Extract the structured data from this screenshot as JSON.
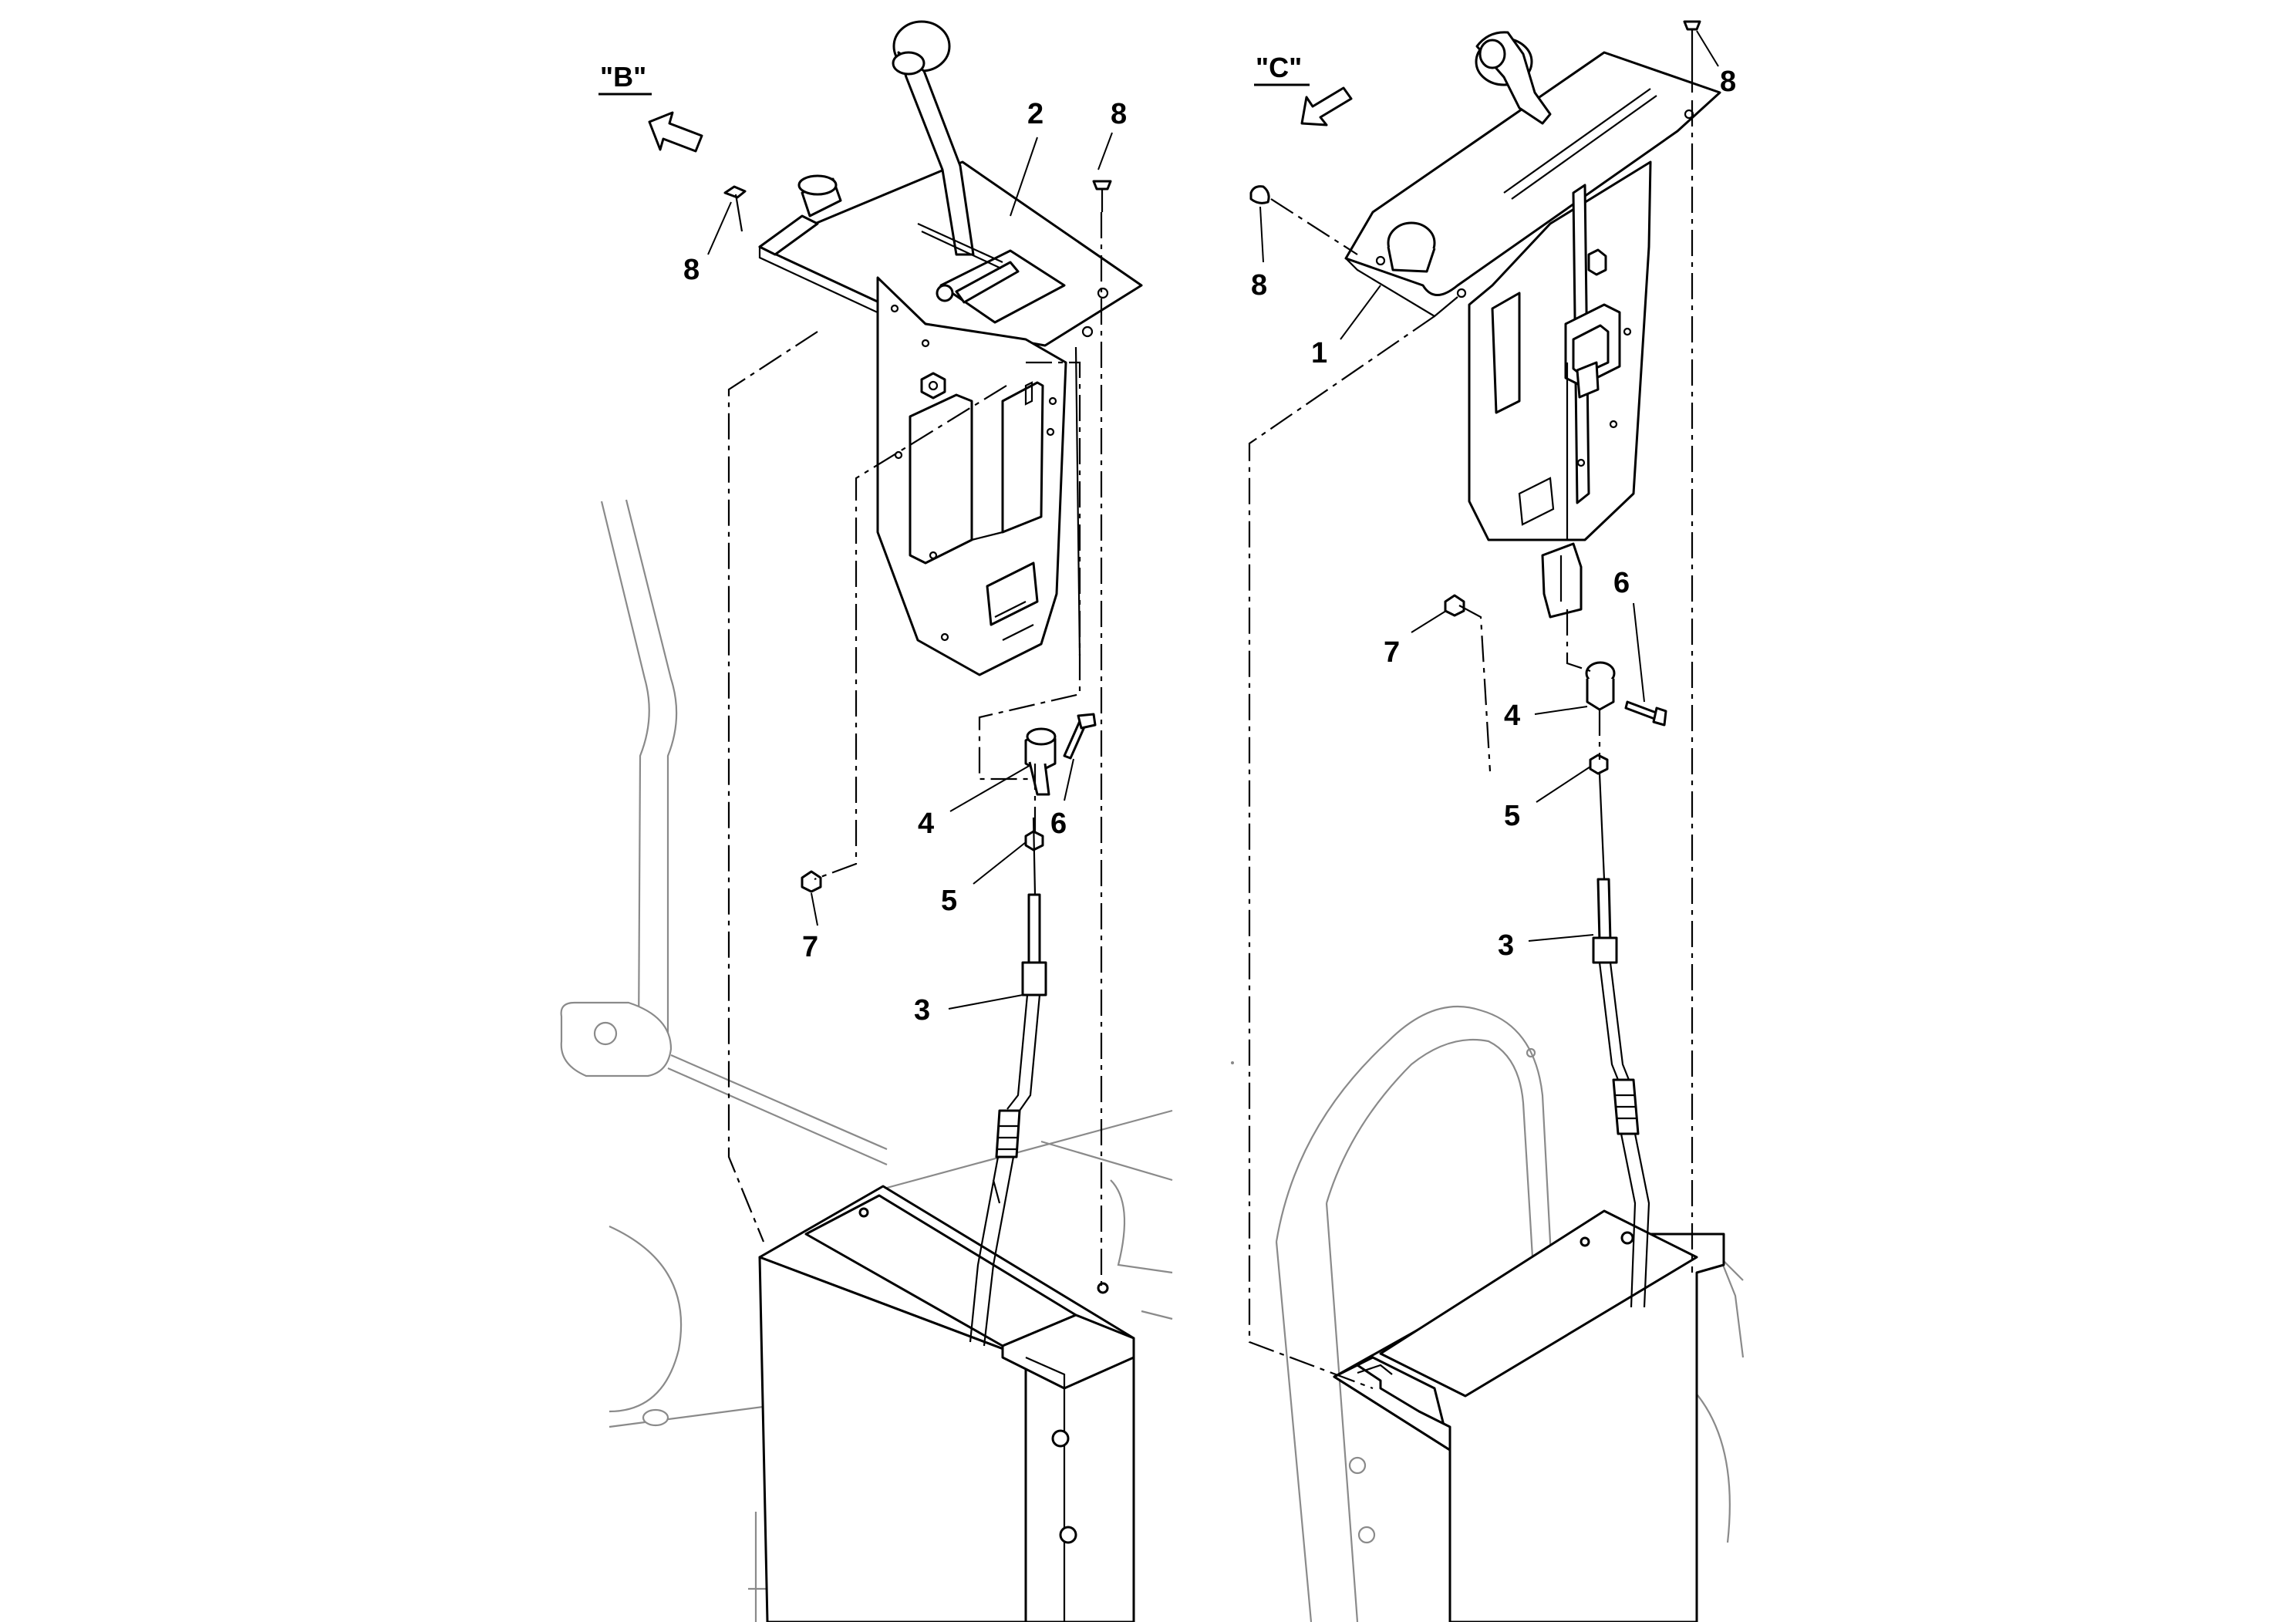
{
  "views": [
    {
      "id": "B",
      "label": "\"B\""
    },
    {
      "id": "C",
      "label": "\"C\""
    }
  ],
  "callouts": {
    "b_2": "2",
    "b_8a": "8",
    "b_8b": "8",
    "b_4": "4",
    "b_6": "6",
    "b_5": "5",
    "b_7": "7",
    "b_3": "3",
    "c_8a": "8",
    "c_8b": "8",
    "c_1": "1",
    "c_7": "7",
    "c_6": "6",
    "c_4": "4",
    "c_5": "5",
    "c_3": "3"
  }
}
